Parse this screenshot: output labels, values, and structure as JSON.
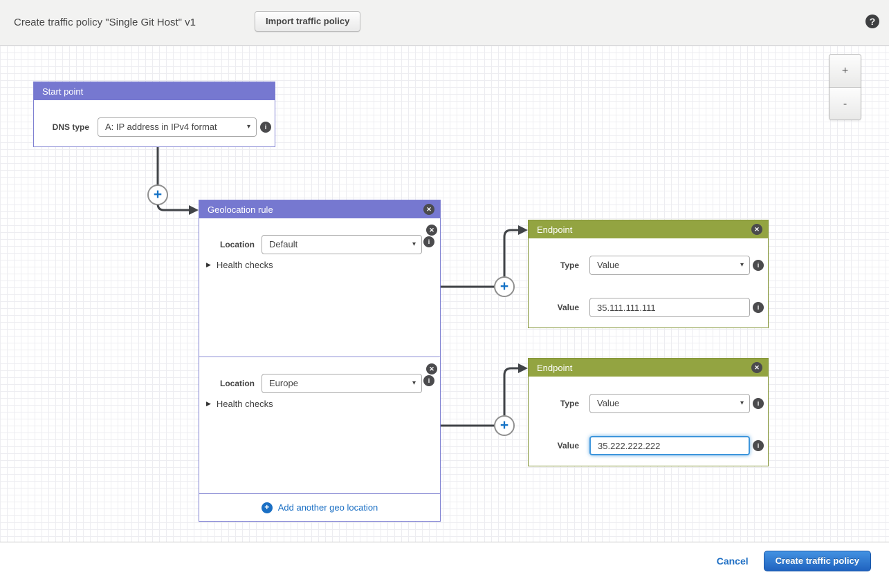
{
  "header": {
    "title": "Create traffic policy \"Single Git Host\" v1",
    "import_button_label": "Import traffic policy"
  },
  "zoom_controls": {
    "zoom_in": "+",
    "zoom_out": "-"
  },
  "canvas": {
    "start_point": {
      "title": "Start point",
      "dns_type_label": "DNS type",
      "dns_type_value": "A: IP address in IPv4 format"
    },
    "geolocation_rule": {
      "title": "Geolocation rule",
      "sections": [
        {
          "location_label": "Location",
          "location_value": "Default",
          "health_checks_label": "Health checks"
        },
        {
          "location_label": "Location",
          "location_value": "Europe",
          "health_checks_label": "Health checks"
        }
      ],
      "add_geo_location_label": "Add another geo location"
    },
    "endpoints": [
      {
        "title": "Endpoint",
        "type_label": "Type",
        "type_value": "Value",
        "value_label": "Value",
        "value_text": "35.111.111.111"
      },
      {
        "title": "Endpoint",
        "type_label": "Type",
        "type_value": "Value",
        "value_label": "Value",
        "value_text": "35.222.222.222"
      }
    ]
  },
  "footer": {
    "cancel_label": "Cancel",
    "create_button_label": "Create traffic policy"
  },
  "icons": {
    "help": "?",
    "close": "✕",
    "info": "i",
    "caret": "▾",
    "disclosure": "▶",
    "plus": "+"
  },
  "colors": {
    "purple_header": "#7678d0",
    "green_header": "#93a441",
    "accent_blue": "#1a6fc4",
    "connector": "#404347",
    "focus_ring": "#3e96dc"
  }
}
